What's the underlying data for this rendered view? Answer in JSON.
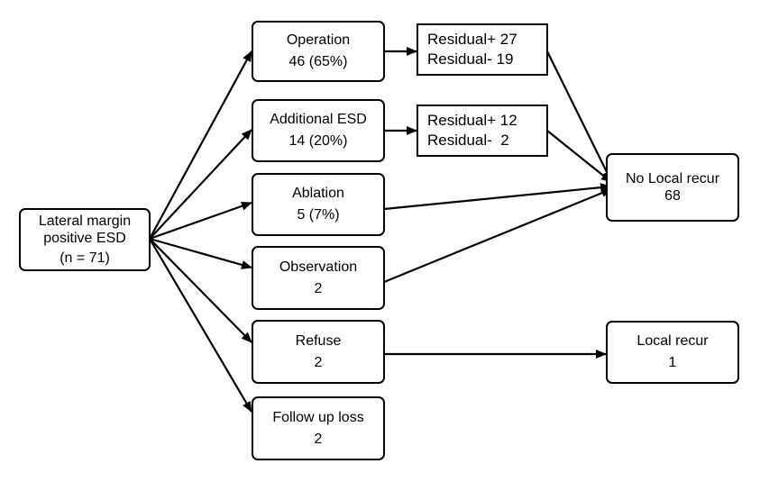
{
  "root": {
    "lines": [
      "Lateral margin",
      "positive ESD",
      "(n = 71)"
    ]
  },
  "treatments": [
    {
      "id": "operation",
      "lines": [
        "Operation",
        "46 (65%)"
      ]
    },
    {
      "id": "additional-esd",
      "lines": [
        "Additional ESD",
        "14 (20%)"
      ]
    },
    {
      "id": "ablation",
      "lines": [
        "Ablation",
        "5 (7%)"
      ]
    },
    {
      "id": "observation",
      "lines": [
        "Observation",
        "2"
      ]
    },
    {
      "id": "refuse",
      "lines": [
        "Refuse",
        "2"
      ]
    },
    {
      "id": "follow-up-loss",
      "lines": [
        "Follow up loss",
        "2"
      ]
    }
  ],
  "residuals": [
    {
      "id": "operation",
      "lines": [
        "Residual+ 27",
        "Residual- 19"
      ]
    },
    {
      "id": "additional-esd",
      "lines": [
        "Residual+ 12",
        "Residual-  2"
      ]
    }
  ],
  "outcomes": [
    {
      "id": "no-local-recur",
      "lines": [
        "No Local recur",
        "68"
      ]
    },
    {
      "id": "local-recur",
      "lines": [
        "Local recur",
        "1"
      ]
    }
  ],
  "colors": {
    "line": "#000000",
    "box_fill": "#ffffff",
    "text": "#000000"
  }
}
